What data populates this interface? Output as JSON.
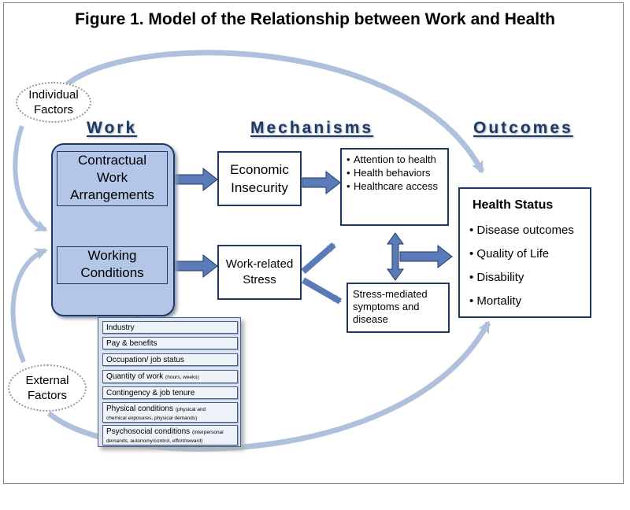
{
  "title": "Figure 1. Model of the Relationship between Work and Health",
  "headers": {
    "work": "Work",
    "mechanisms": "Mechanisms",
    "outcomes": "Outcomes"
  },
  "ovals": {
    "individual": [
      "Individual",
      "Factors"
    ],
    "external": [
      "External",
      "Factors"
    ]
  },
  "work": {
    "contractual": [
      "Contractual",
      "Work",
      "Arrangements"
    ],
    "working_conditions": [
      "Working",
      "Conditions"
    ]
  },
  "factors": [
    {
      "main": "Industry",
      "sub": ""
    },
    {
      "main": "Pay & benefits",
      "sub": ""
    },
    {
      "main": "Occupation/ job status",
      "sub": ""
    },
    {
      "main": "Quantity of work",
      "sub": "(hours, weeks)"
    },
    {
      "main": "Contingency & job tenure",
      "sub": ""
    },
    {
      "main": "Physical conditions",
      "sub": "(physical and",
      "sub2": "chemical exposures, physical demands)"
    },
    {
      "main": "Psychosocial conditions",
      "sub": "(interpersonal",
      "sub2": "demands, autonomy/control, effort/reward)"
    }
  ],
  "mechanisms": {
    "economic": [
      "Economic",
      "Insecurity"
    ],
    "stress": [
      "Work-related",
      "Stress"
    ],
    "behaviors": [
      "Attention to health",
      "Health behaviors",
      "Healthcare access"
    ],
    "stress_mediated": [
      "Stress-mediated",
      "symptoms and",
      "disease"
    ]
  },
  "outcomes": {
    "title": "Health Status",
    "items": [
      "Disease outcomes",
      "Quality of Life",
      "Disability",
      "Mortality"
    ]
  },
  "colors": {
    "navy": "#1f3864",
    "panel": "#b4c6e7",
    "arrow": "#5b7bb8",
    "curve": "#aec0dc"
  }
}
